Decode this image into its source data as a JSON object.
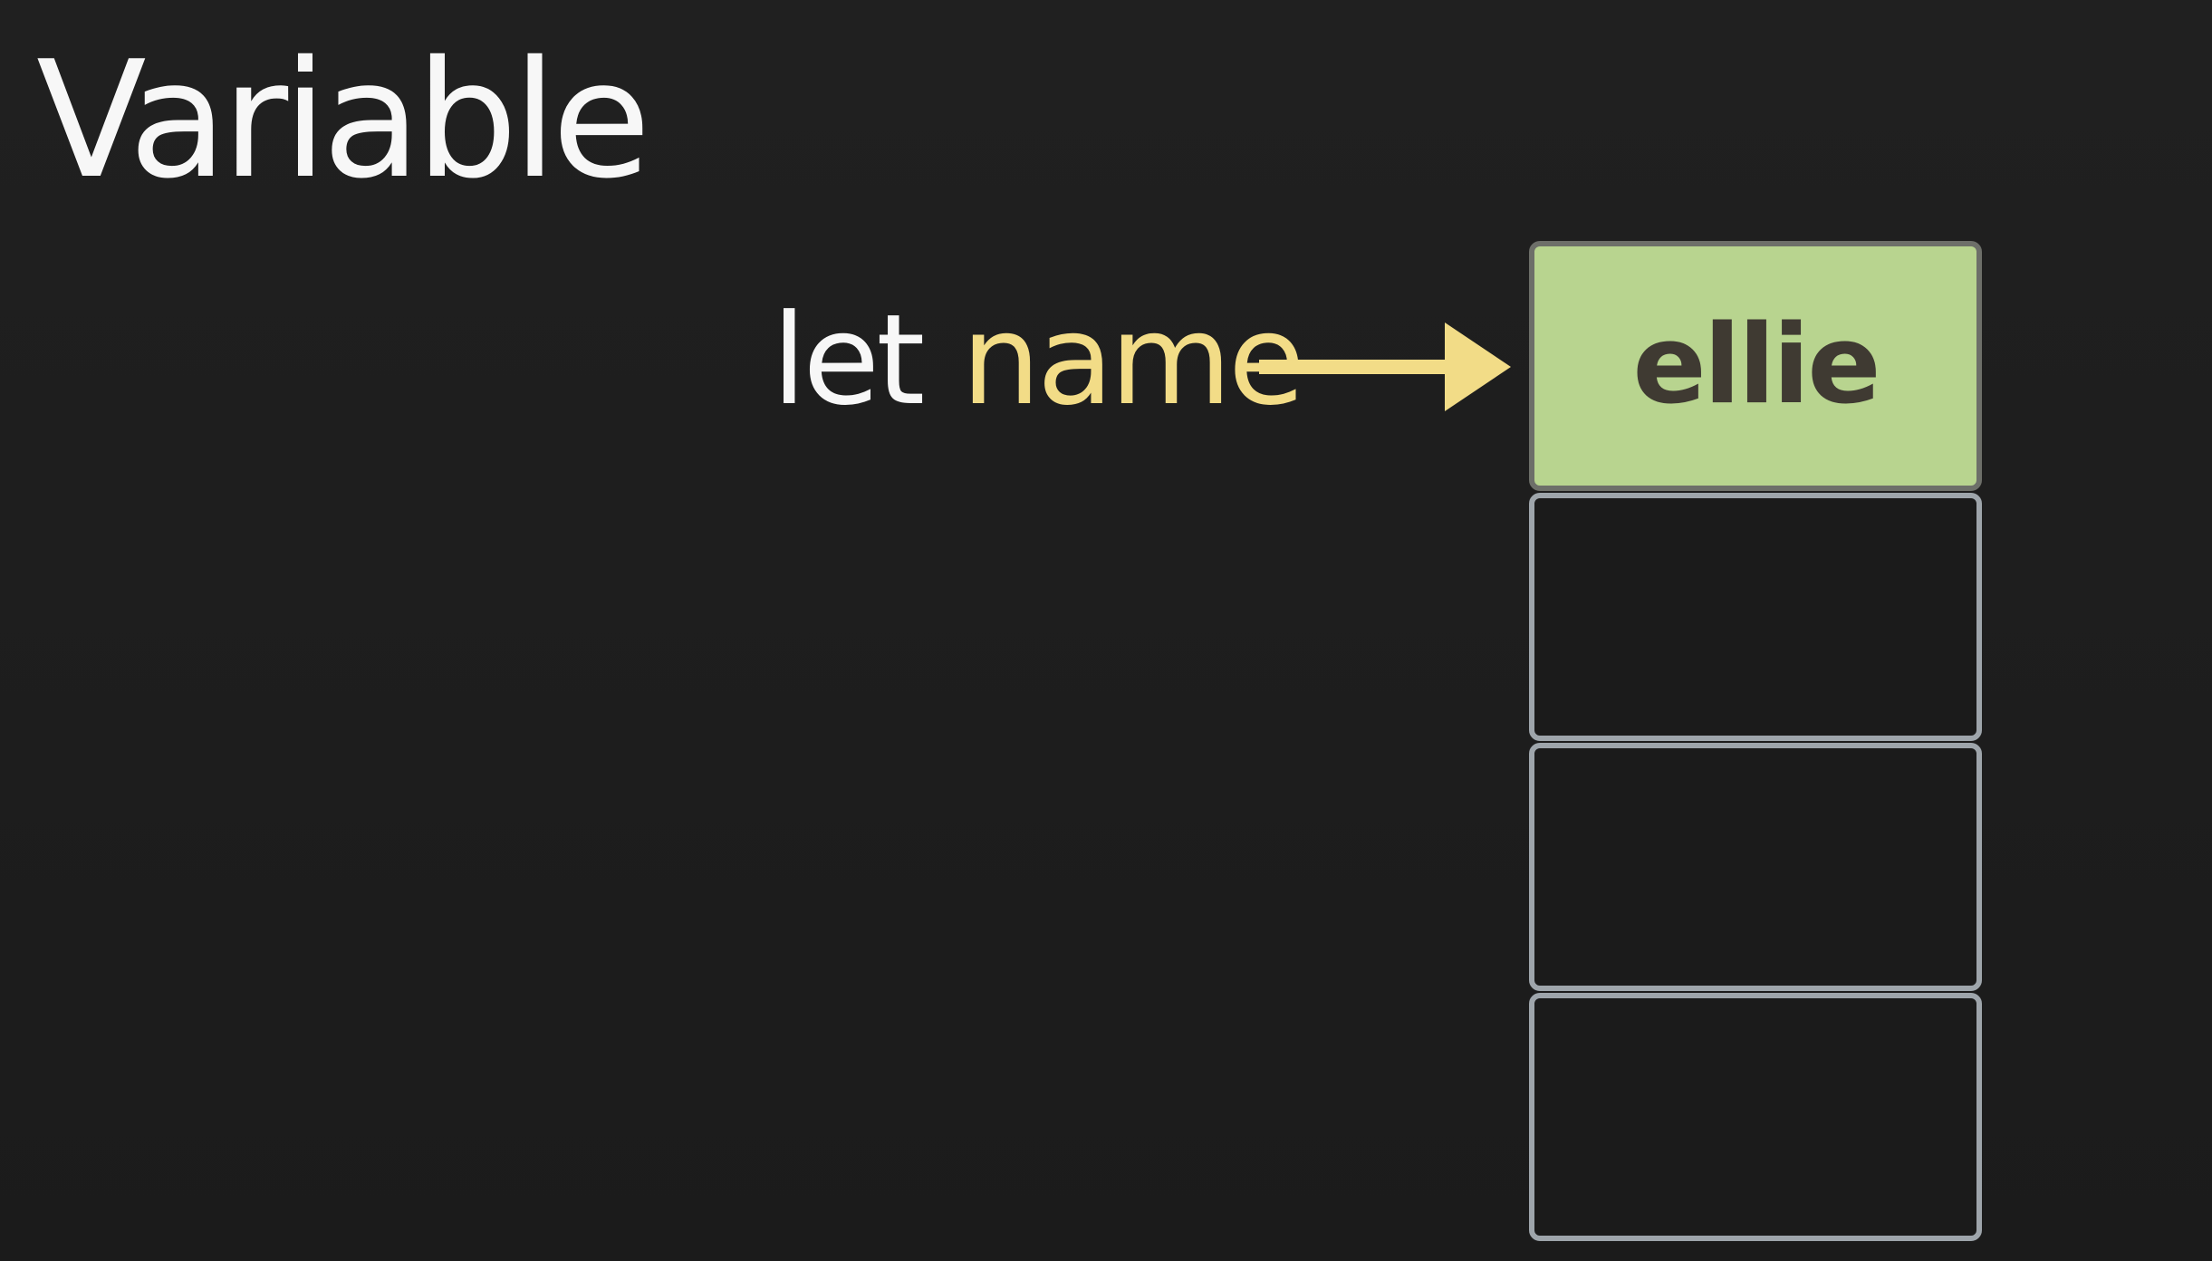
{
  "slide": {
    "title": "Variable",
    "declaration": {
      "keyword": "let",
      "variable": "name"
    },
    "memory": {
      "cells": [
        "ellie",
        "",
        "",
        ""
      ]
    }
  },
  "colors": {
    "background": "#1d1d1d",
    "keyword": "#f7f7f7",
    "variable": "#f2dc87",
    "arrow": "#f2dc87",
    "filled_cell": "#b8d48f",
    "empty_cell_border": "#9ea5ab",
    "value_text": "#3f3a32"
  },
  "icons": {
    "pointer": "arrow-right-icon"
  }
}
